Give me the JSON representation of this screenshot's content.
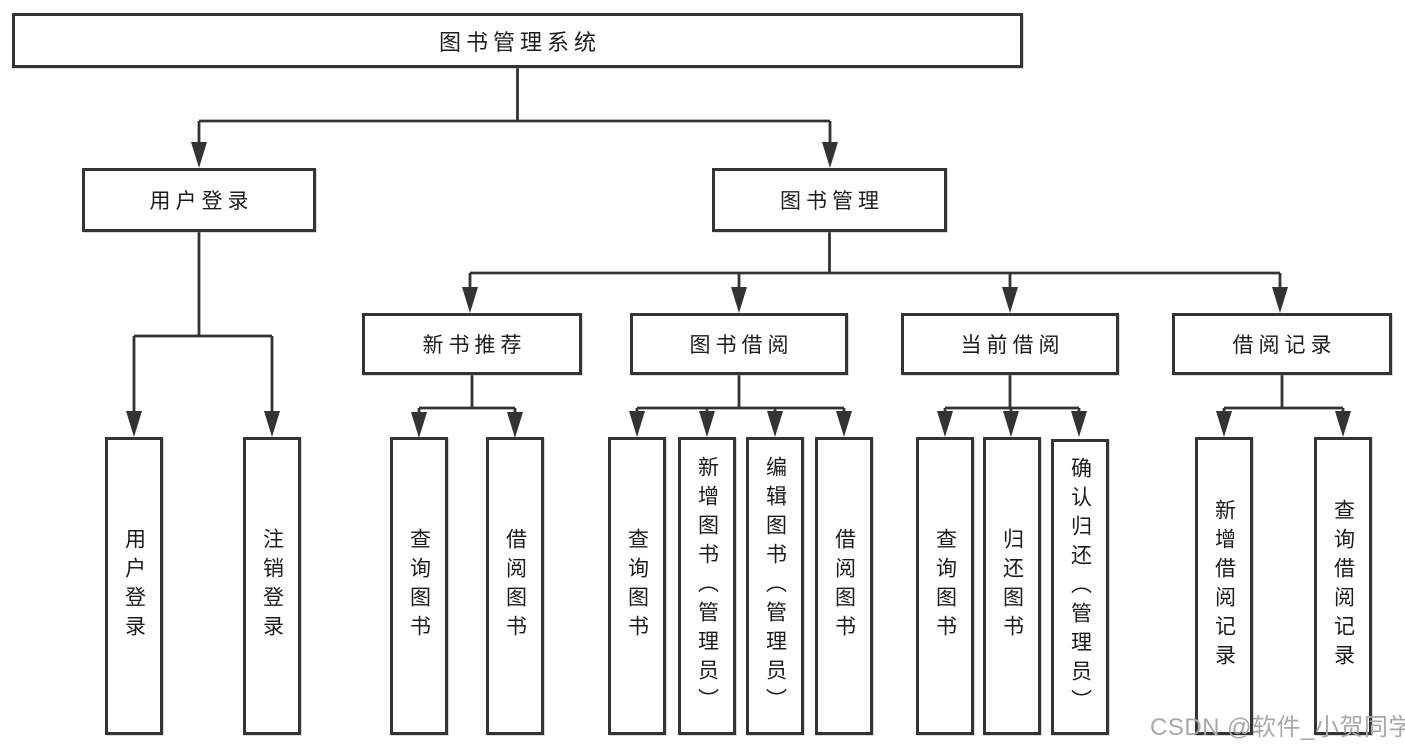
{
  "tree": {
    "root": {
      "label": "图书管理系统"
    },
    "branches": [
      {
        "label": "用户登录",
        "leaves": [
          {
            "label": "用户登录"
          },
          {
            "label": "注销登录"
          }
        ]
      },
      {
        "label": "图书管理",
        "groups": [
          {
            "label": "新书推荐",
            "leaves": [
              {
                "label": "查询图书"
              },
              {
                "label": "借阅图书"
              }
            ]
          },
          {
            "label": "图书借阅",
            "leaves": [
              {
                "label": "查询图书"
              },
              {
                "label": "新增图书（管理员）"
              },
              {
                "label": "编辑图书（管理员）"
              },
              {
                "label": "借阅图书"
              }
            ]
          },
          {
            "label": "当前借阅",
            "leaves": [
              {
                "label": "查询图书"
              },
              {
                "label": "归还图书"
              },
              {
                "label": "确认归还（管理员）"
              }
            ]
          },
          {
            "label": "借阅记录",
            "leaves": [
              {
                "label": "新增借阅记录"
              },
              {
                "label": "查询借阅记录"
              }
            ]
          }
        ]
      }
    ]
  },
  "watermark": {
    "text": "CSDN @软件_小贺同学"
  },
  "colors": {
    "line": "#333333",
    "border": "#343434",
    "text": "#1c1c1c",
    "watermark": "#a8a8a8",
    "background": "#ffffff"
  }
}
